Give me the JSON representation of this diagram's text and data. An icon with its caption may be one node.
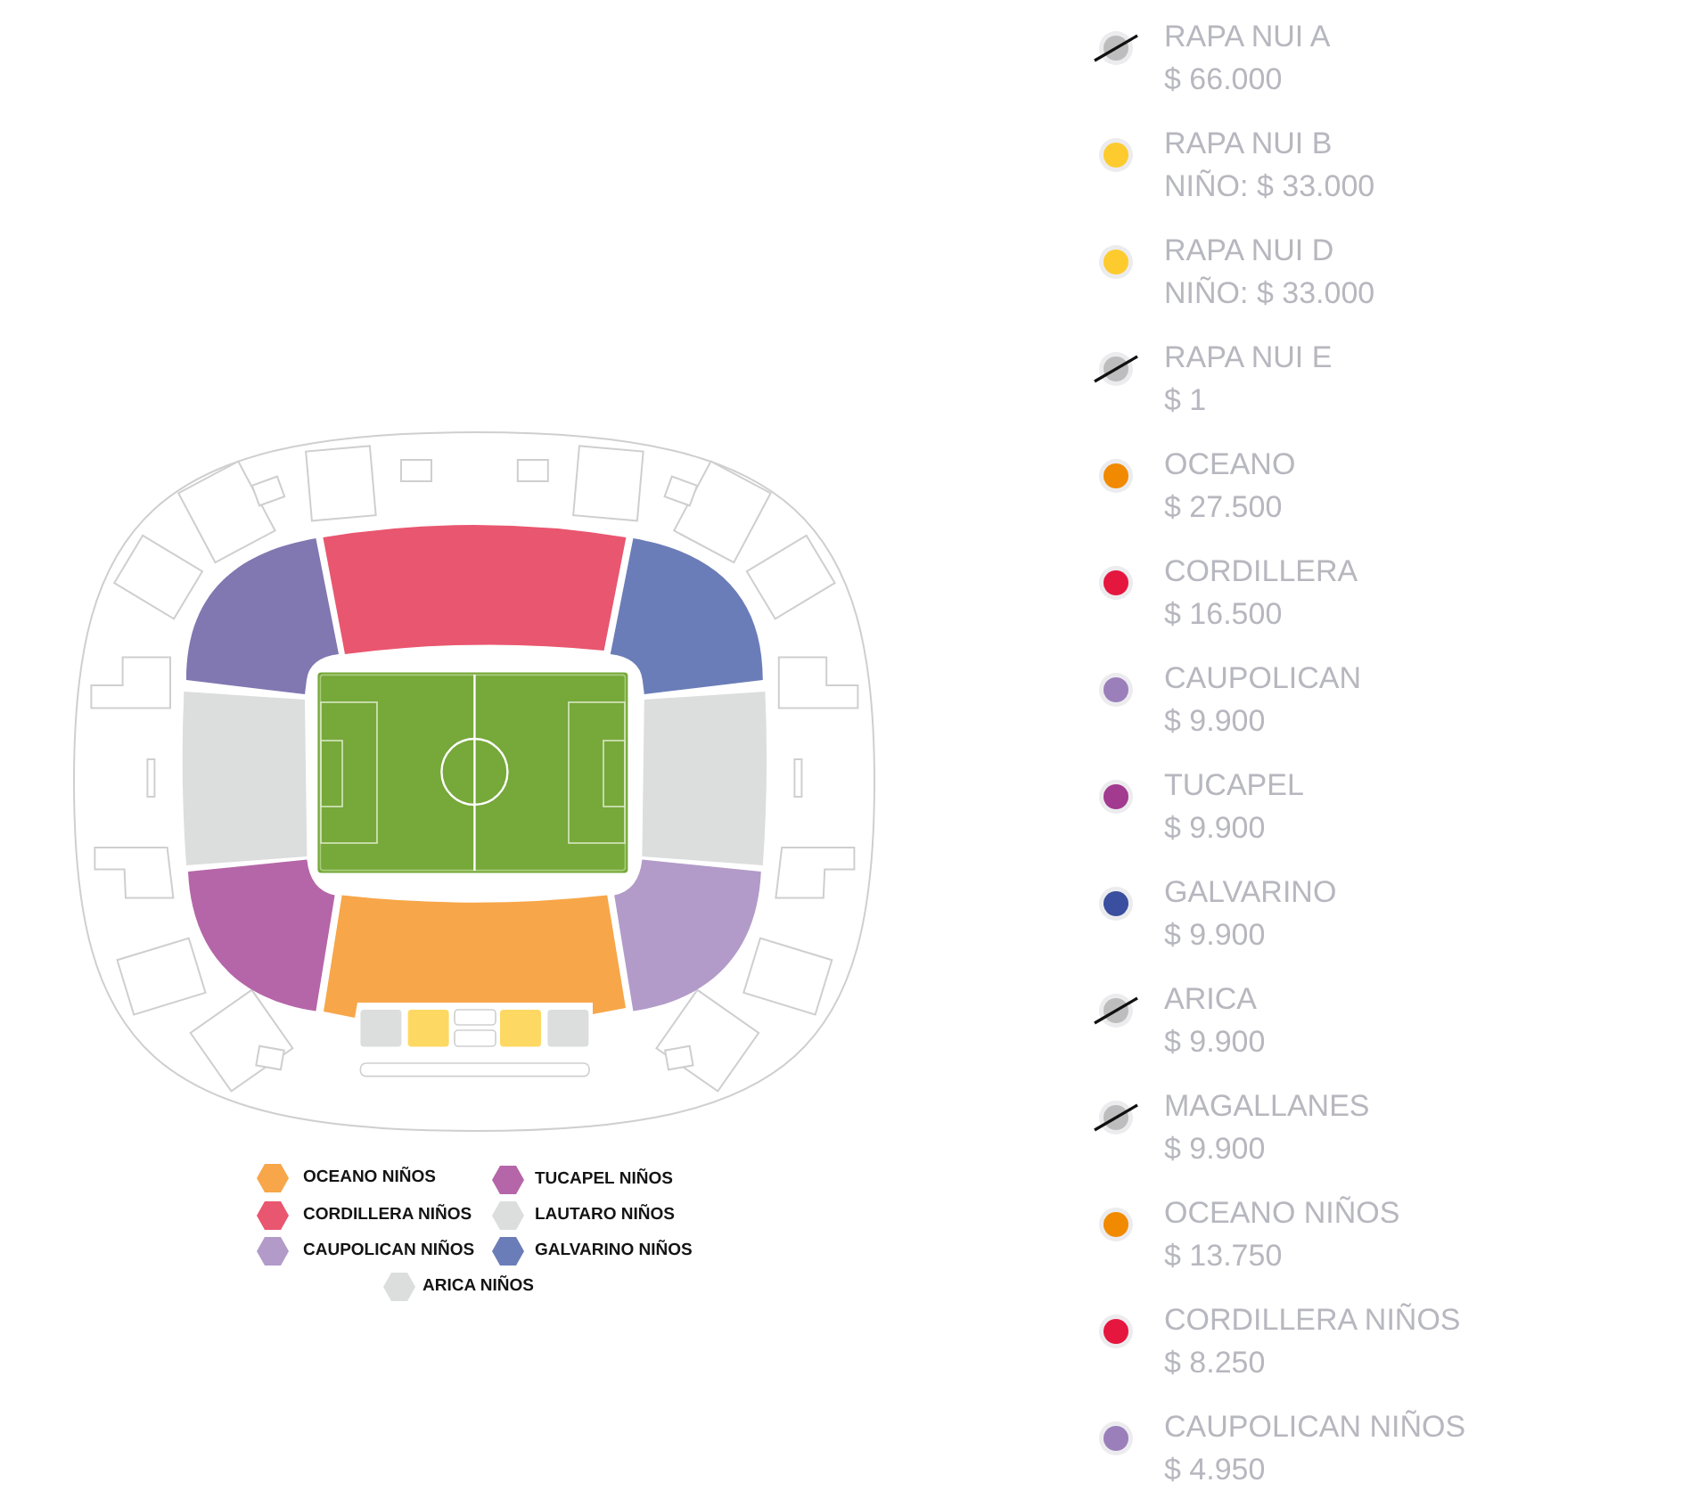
{
  "diagram": {
    "legend": [
      {
        "text": "OCEANO NIÑOS",
        "color": "#f7a649"
      },
      {
        "text": "TUCAPEL NIÑOS",
        "color": "#b566a8"
      },
      {
        "text": "CORDILLERA NIÑOS",
        "color": "#e9566f"
      },
      {
        "text": "LAUTARO NIÑOS",
        "color": "#dcdddd"
      },
      {
        "text": "CAUPOLICAN NIÑOS",
        "color": "#b29bc9"
      },
      {
        "text": "GALVARINO NIÑOS",
        "color": "#6b7db8"
      },
      {
        "text": "ARICA NIÑOS",
        "color": "#dcdddd"
      },
      {
        "text": "RAPA NUI A"
      },
      {
        "text": "RAPA NUI B",
        "color": "#fdcb2d"
      },
      {
        "text": "RAPA NUI D",
        "color": "#fdcb2d"
      },
      {
        "text": "RAPA NUI E"
      },
      {
        "text": "OCEANO",
        "color": "#f18a00"
      },
      {
        "text": "CORDILLERA",
        "color": "#e5173f"
      },
      {
        "text": "CAUPOLICAN",
        "color": "#9b7fbb"
      },
      {
        "text": "TUCAPEL",
        "color": "#a23a8f"
      },
      {
        "text": "GALVARINO",
        "color": "#3a4f9f"
      },
      {
        "text": "ARICA"
      },
      {
        "text": "MAGALLANES"
      },
      {
        "text": "OCEANO NIÑOS",
        "color": "#f18a00"
      },
      {
        "text": "CORDILLERA NIÑOS",
        "color": "#e5173f"
      },
      {
        "text": "CAUPOLICAN NIÑOS",
        "color": "#9b7fbb"
      }
    ],
    "labels": [
      "$ 66.000",
      "NIÑO: $ 33.000",
      "NIÑO: $ 33.000",
      "$ 1",
      "$ 27.500",
      "$ 16.500",
      "$ 9.900",
      "$ 9.900",
      "$ 9.900",
      "$ 9.900",
      "$ 9.900",
      "$ 13.750",
      "$ 8.250",
      "$ 4.950"
    ]
  }
}
